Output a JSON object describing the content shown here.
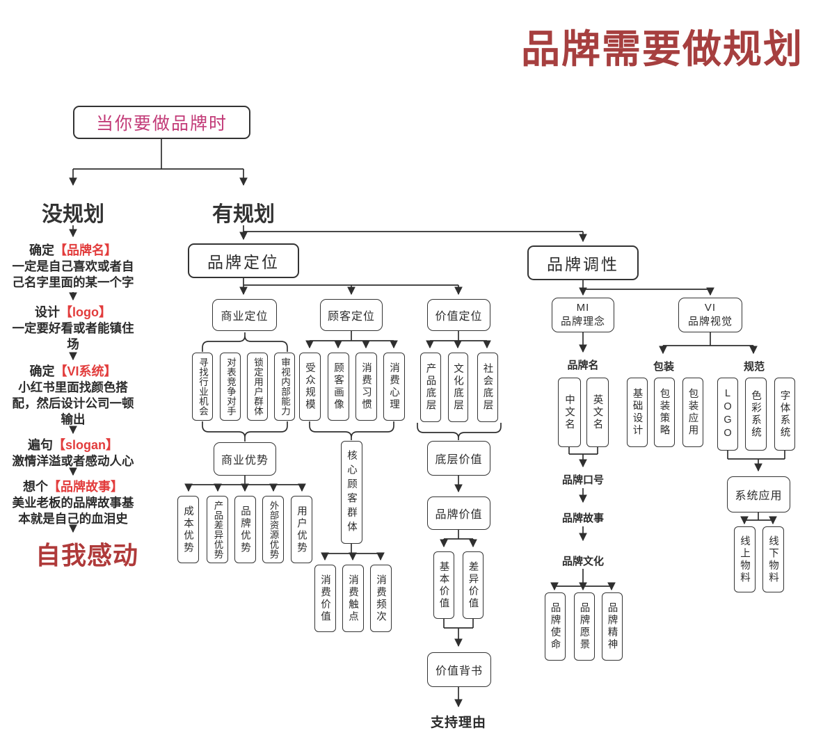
{
  "title": "品牌需要做规划",
  "root_label": "当你要做品牌时",
  "no_plan": {
    "label": "没规划",
    "steps": [
      {
        "prefix": "确定",
        "highlight": "【品牌名】",
        "body": "一定是自己喜欢或者自己名字里面的某一个字"
      },
      {
        "prefix": "设计",
        "highlight": "【logo】",
        "body": "一定要好看或者能镇住场"
      },
      {
        "prefix": "确定",
        "highlight": "【VI系统】",
        "body": "小红书里面找颜色搭配，然后设计公司一顿输出"
      },
      {
        "prefix": "遍句",
        "highlight": "【slogan】",
        "body": "激情洋溢或者感动人心"
      },
      {
        "prefix": "想个",
        "highlight": "【品牌故事】",
        "body": "美业老板的品牌故事基本就是自己的血泪史"
      }
    ],
    "result": "自我感动"
  },
  "has_plan": {
    "label": "有规划",
    "positioning": {
      "label": "品牌定位",
      "business": {
        "label": "商业定位",
        "items": [
          "寻找行业机会",
          "对表竞争对手",
          "锁定用户群体",
          "审视内部能力"
        ],
        "result": "商业优势",
        "advantages": [
          "成本优势",
          "产品差异优势",
          "品牌优势",
          "外部资源优势",
          "用户优势"
        ]
      },
      "customer": {
        "label": "顾客定位",
        "items": [
          "受众规模",
          "顾客画像",
          "消费习惯",
          "消费心理"
        ],
        "result": "核心顾客群体",
        "outputs": [
          "消费价值",
          "消费触点",
          "消费频次"
        ]
      },
      "value": {
        "label": "价值定位",
        "items": [
          "产品底层",
          "文化底层",
          "社会底层"
        ],
        "result": "底层价值",
        "next": "品牌价值",
        "types": [
          "基本价值",
          "差异价值"
        ],
        "endorsement": "价值背书",
        "support": "支持理由"
      }
    },
    "tonality": {
      "label": "品牌调性",
      "mi": {
        "abbr": "MI",
        "name": "品牌理念",
        "brand_name_label": "品牌名",
        "names": [
          "中文名",
          "英文名"
        ],
        "slogan": "品牌口号",
        "story": "品牌故事",
        "culture": "品牌文化",
        "culture_items": [
          "品牌使命",
          "品牌愿景",
          "品牌精神"
        ]
      },
      "vi": {
        "abbr": "VI",
        "name": "品牌视觉",
        "packaging_label": "包装",
        "packaging_items": [
          "基础设计",
          "包装策略",
          "包装应用"
        ],
        "standards_label": "规范",
        "standards_items": [
          "LOGO",
          "色彩系统",
          "字体系统"
        ],
        "application": "系统应用",
        "materials": [
          "线上物料",
          "线下物料"
        ]
      }
    }
  },
  "colors": {
    "title_red": "#A63F3F",
    "highlight_red": "#E23C3C",
    "root_pink": "#C23A77",
    "result_red": "#AF3A3A",
    "line": "#2F2F2F"
  }
}
